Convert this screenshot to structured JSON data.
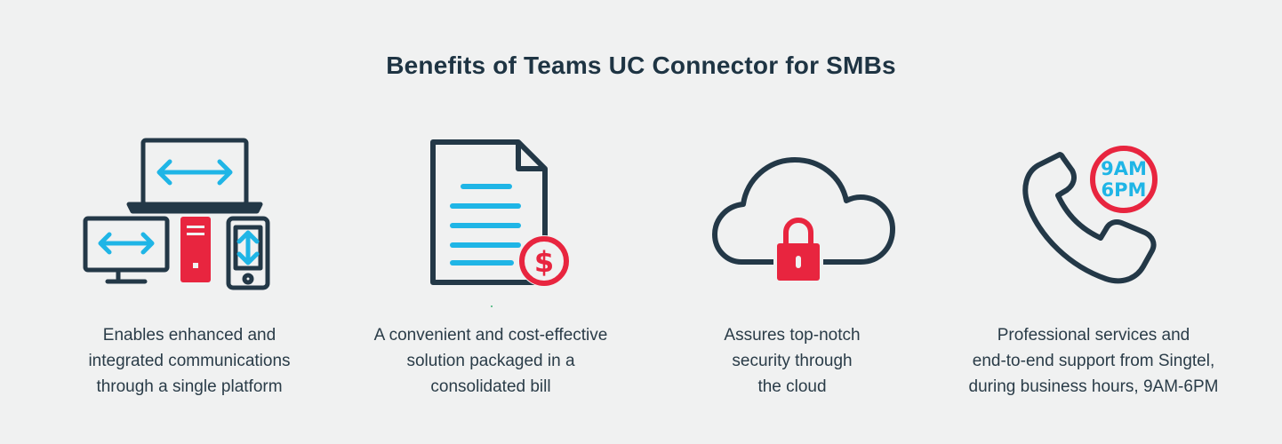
{
  "title": "Benefits of Teams UC Connector for SMBs",
  "colors": {
    "navy": "#233847",
    "cyan": "#1fb5e6",
    "red": "#e8253f",
    "background": "#f0f1f1"
  },
  "benefits": [
    {
      "icon": "devices-icon",
      "lines": [
        "Enables enhanced and",
        "integrated communications",
        "through a single platform"
      ]
    },
    {
      "icon": "bill-document-icon",
      "lines": [
        "A convenient and cost-effective",
        "solution packaged in a",
        "consolidated bill"
      ]
    },
    {
      "icon": "cloud-lock-icon",
      "lines": [
        "Assures top-notch",
        "security through",
        "the cloud"
      ]
    },
    {
      "icon": "phone-support-icon",
      "lines": [
        "Professional services and",
        "end-to-end support from Singtel,",
        "during business hours, 9AM-6PM"
      ],
      "badge": {
        "line1": "9AM",
        "line2": "6PM"
      }
    }
  ]
}
